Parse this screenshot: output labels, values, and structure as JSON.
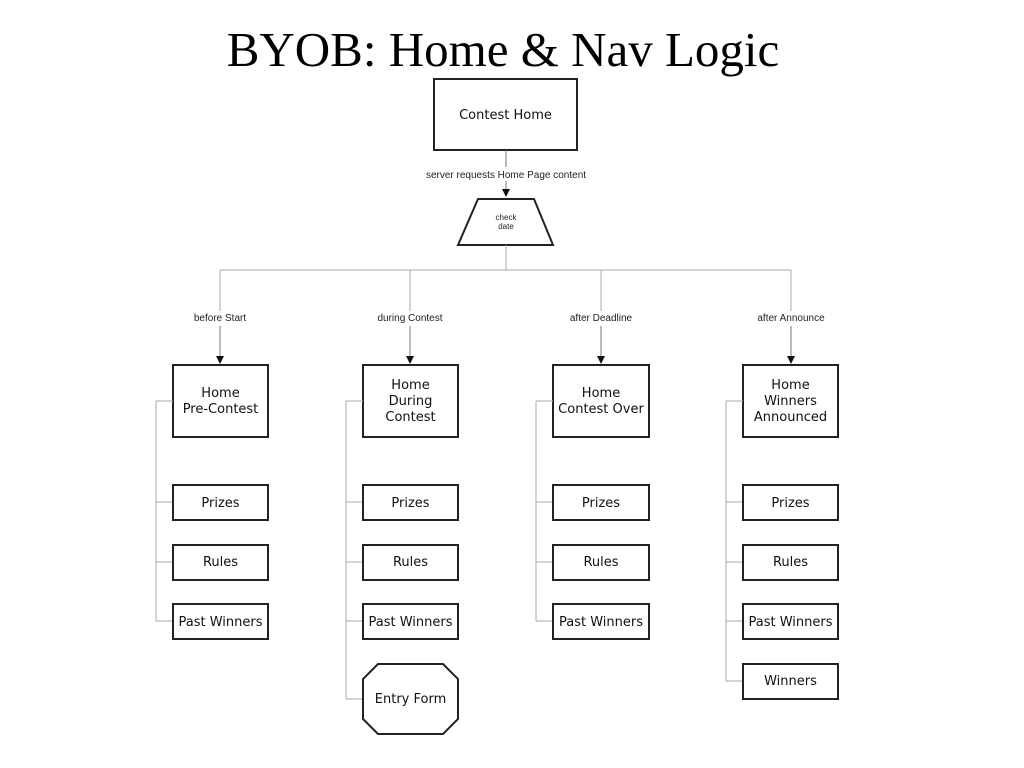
{
  "title": "BYOB: Home & Nav Logic",
  "root": {
    "label": "Contest Home"
  },
  "request_label": "server requests Home Page content",
  "decision": {
    "lines": [
      "check",
      "date"
    ]
  },
  "branches": [
    {
      "condition": "before Start",
      "home": [
        "Home",
        "Pre-Contest"
      ],
      "pages": [
        "Prizes",
        "Rules",
        "Past Winners"
      ]
    },
    {
      "condition": "during Contest",
      "home": [
        "Home",
        "During",
        "Contest"
      ],
      "pages": [
        "Prizes",
        "Rules",
        "Past Winners"
      ],
      "special": "Entry Form"
    },
    {
      "condition": "after Deadline",
      "home": [
        "Home",
        "Contest Over"
      ],
      "pages": [
        "Prizes",
        "Rules",
        "Past Winners"
      ]
    },
    {
      "condition": "after Announce",
      "home": [
        "Home",
        "Winners",
        "Announced"
      ],
      "pages": [
        "Prizes",
        "Rules",
        "Past Winners",
        "Winners"
      ]
    }
  ]
}
